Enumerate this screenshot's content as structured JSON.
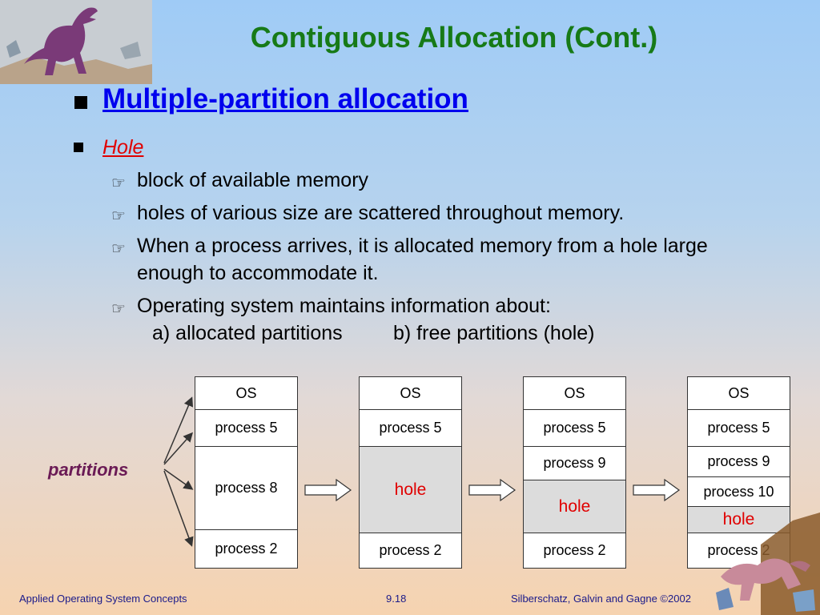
{
  "slide": {
    "title": "Contiguous Allocation (Cont.)",
    "heading": "Multiple-partition allocation",
    "subheading": "Hole",
    "bullets": [
      "block of available memory",
      "holes of various size are scattered throughout memory.",
      "When a process arrives, it is allocated memory from a hole large",
      "enough to accommodate it.",
      "Operating system maintains information about:",
      "a) allocated partitions",
      "b) free partitions (hole)"
    ],
    "partitions_label": "partitions"
  },
  "diagram": {
    "memory1": [
      "OS",
      "process 5",
      "process 8",
      "process 2"
    ],
    "memory2": [
      "OS",
      "process 5",
      "hole",
      "process 2"
    ],
    "memory3": [
      "OS",
      "process 5",
      "process 9",
      "hole",
      "process 2"
    ],
    "memory4": [
      "OS",
      "process 5",
      "process 9",
      "process 10",
      "hole",
      "process 2"
    ]
  },
  "footer": {
    "left": "Applied Operating System Concepts",
    "center": "9.18",
    "right": "Silberschatz, Galvin and  Gagne ©2002"
  },
  "icons": [
    "dinosaur-icon",
    "pointing-hand-icon",
    "right-arrow-icon"
  ],
  "colors": {
    "title": "#177a17",
    "heading": "#0000ee",
    "hole_text": "#e00000"
  }
}
